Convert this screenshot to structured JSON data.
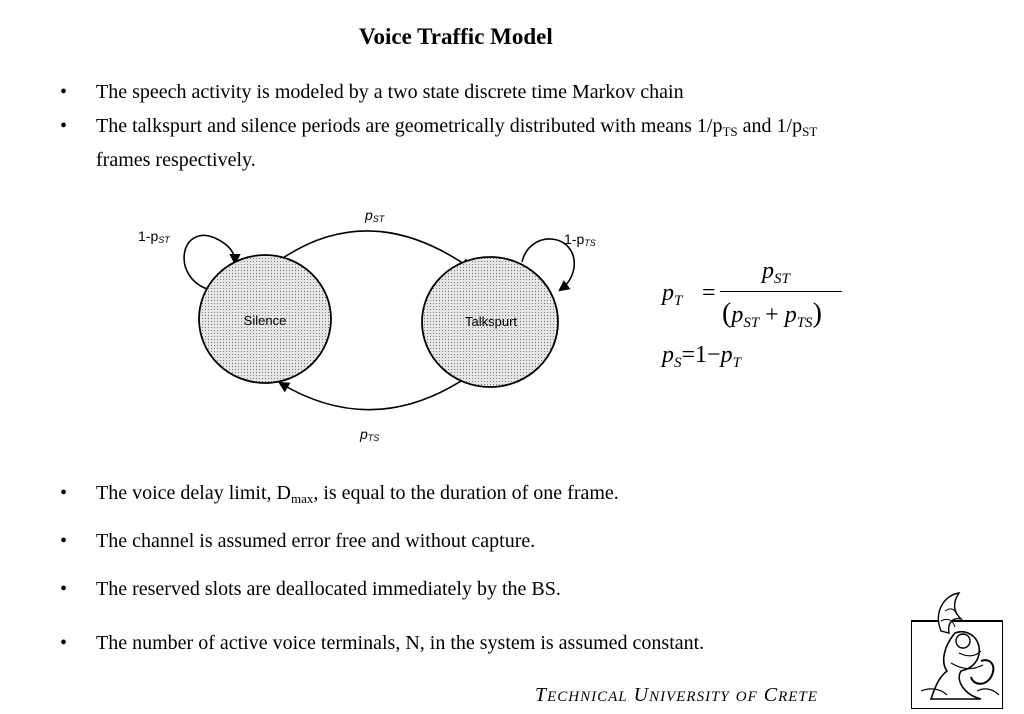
{
  "slide": {
    "title": "Voice Traffic Model",
    "bullet_char": "•",
    "bullets_top": [
      {
        "text": "The speech activity is modeled by a two state discrete time Markov chain"
      },
      {
        "pre": "The talkspurt and silence periods are geometrically distributed with means 1/p",
        "sub1": "TS",
        "mid": " and 1/p",
        "sub2": "ST",
        "line2": "frames respectively."
      }
    ],
    "bullets_bottom": [
      {
        "pre": "The voice delay limit, D",
        "sub": "max",
        "post": ", is equal to the duration of one frame."
      },
      {
        "text": "The channel is assumed error free and without capture."
      },
      {
        "text": "The reserved slots are deallocated immediately by the BS."
      },
      {
        "text": "The number of active voice terminals, N, in the system is assumed constant."
      }
    ]
  },
  "diagram": {
    "states": [
      "Silence",
      "Talkspurt"
    ],
    "labels": {
      "top_p": "p",
      "top_sub": "ST",
      "bottom_p": "p",
      "bottom_sub": "TS",
      "self_left_pre": "1-p",
      "self_left_sub": "ST",
      "self_right_pre": "1-p",
      "self_right_sub": "TS"
    }
  },
  "formulas": {
    "pt_lhs": "p",
    "pt_lhs_sub": "T",
    "eq": "=",
    "num": "p",
    "num_sub": "ST",
    "den_open": "(",
    "den_p1": "p",
    "den_p1_sub": "ST",
    "plus": "+",
    "den_p2": "p",
    "den_p2_sub": "TS",
    "den_close": ")",
    "ps_lhs": "p",
    "ps_lhs_sub": "S",
    "ps_eq": "=1−",
    "ps_rhs": "p",
    "ps_rhs_sub": "T"
  },
  "footer": {
    "w1_cap": "T",
    "w1_rest": "ECHNICAL",
    "w2_cap": "U",
    "w2_rest": "NIVERSITY",
    "w3": "OF",
    "w4_cap": "C",
    "w4_rest": "RETE"
  },
  "logo": {
    "icon": "university-seal-icon"
  }
}
